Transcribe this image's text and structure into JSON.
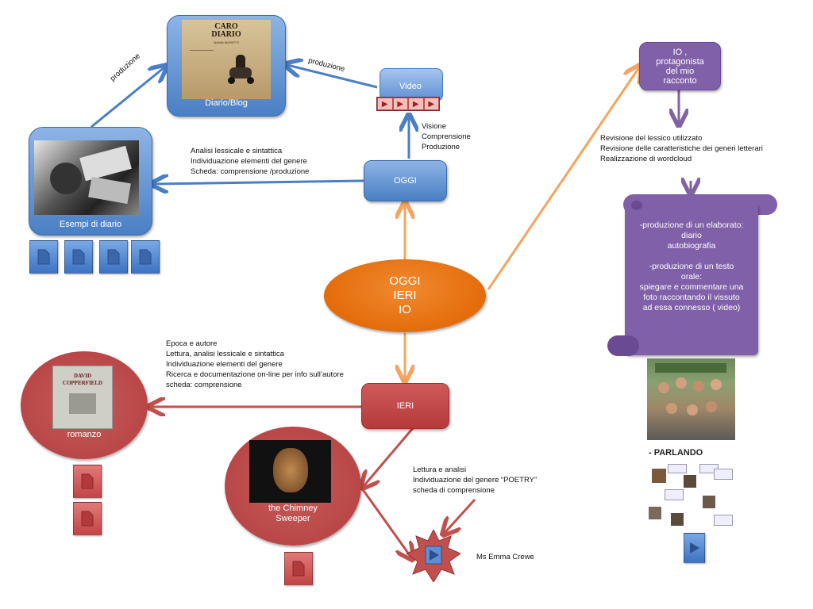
{
  "center": {
    "lines": [
      "OGGI",
      "IERI",
      "IO"
    ]
  },
  "oggi": {
    "label": "OGGI",
    "note": [
      "Visione",
      "Comprensione",
      "Produzione"
    ]
  },
  "video": {
    "label": "Video"
  },
  "diario_blog": {
    "label": "Diario/Blog",
    "cover_title": [
      "CARO",
      "DIARIO"
    ],
    "cover_subtitle": "NANNI MORETTI"
  },
  "esempi": {
    "label": "Esempi di diario"
  },
  "links": {
    "produzione_1": "produzione",
    "produzione_2": "produzione"
  },
  "oggi_note": [
    "Analisi lessicale e sintattica",
    "Individuazione elementi del genere",
    "Scheda: comprensione /produzione"
  ],
  "ieri": {
    "label": "IERI"
  },
  "ieri_note": [
    "Epoca e autore",
    "Lettura, analisi lessicale e sintattica",
    "Individuazione elementi del genere",
    "Ricerca e documentazione on-line per info sull’autore",
    "scheda: comprensione"
  ],
  "romanzo": {
    "label": "romanzo",
    "cover_title": [
      "DAVID",
      "COPPERFIELD"
    ]
  },
  "chimney": {
    "label": [
      "the Chimney",
      "Sweeper"
    ]
  },
  "poetry_note": [
    "Lettura e analisi",
    "Individuazione del genere “POETRY”",
    "scheda di comprensione"
  ],
  "ms_emma": "Ms Emma Crewe",
  "io": {
    "label": [
      "IO ,",
      "protagonista",
      "del mio",
      "racconto"
    ]
  },
  "io_note": [
    "Revisione del lessico utilizzato",
    "Revisione delle caratteristiche dei generi letterari",
    "Realizzazione di  wordcloud"
  ],
  "scroll": {
    "lines": [
      "-produzione di un elaborato:",
      "diario",
      "autobiografia",
      "",
      "-produzione di un testo",
      "orale:",
      "spiegare e commentare una",
      "foto  raccontando il vissuto",
      "ad essa connesso  ( video)"
    ]
  },
  "parlando": "- PARLANDO",
  "colors": {
    "blue": "#4a7fc4",
    "red": "#c0504d",
    "orange": "#e46c0a",
    "purple": "#8064a2",
    "link_orange": "#f4a460"
  }
}
